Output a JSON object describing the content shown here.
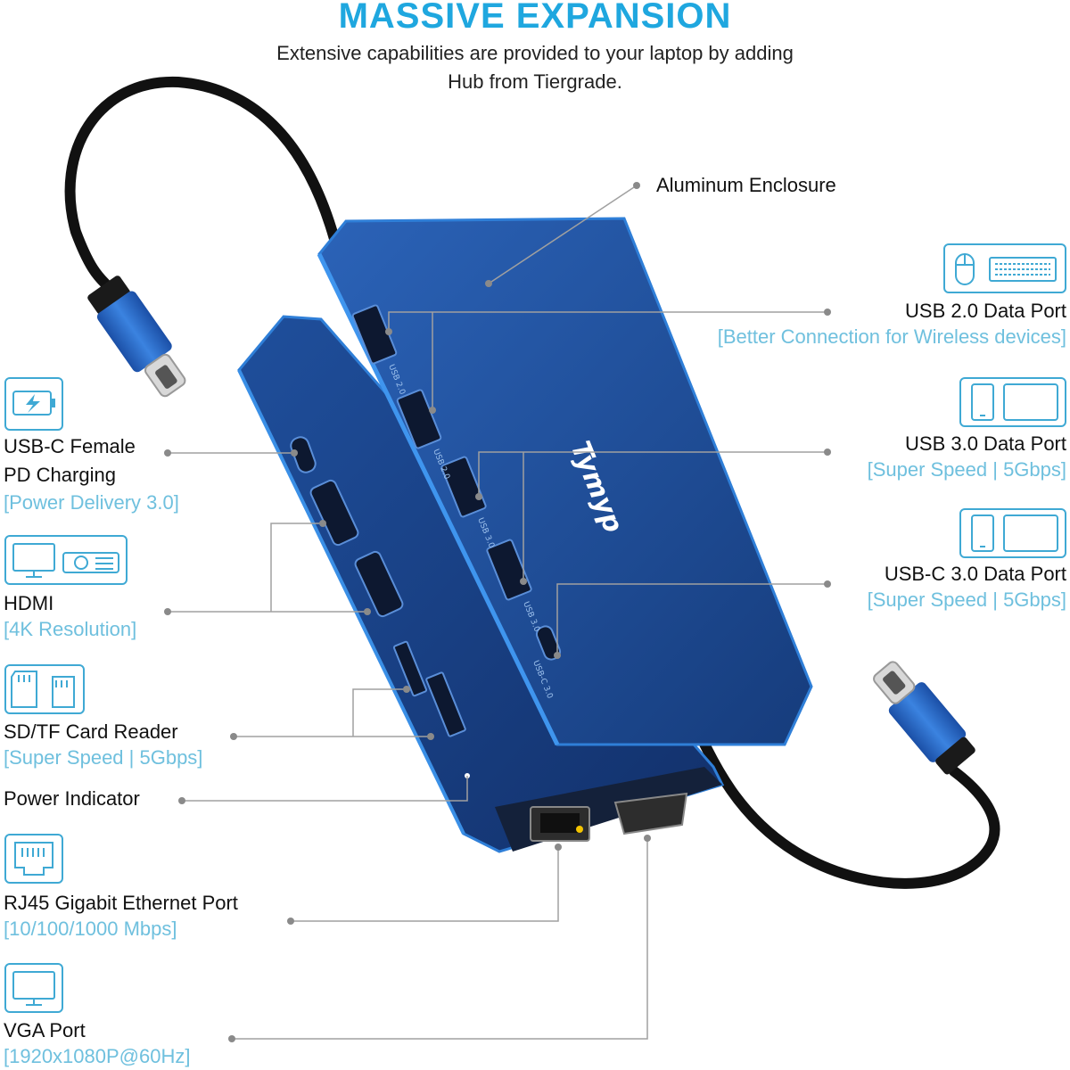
{
  "header": {
    "title": "MASSIVE EXPANSION",
    "subtitle_line1": "Extensive capabilities are provided to your laptop by adding",
    "subtitle_line2": "Hub from Tiergrade."
  },
  "product": {
    "brand": "Tymyp",
    "port_text_usb20": "USB 2.0",
    "port_text_usb30": "USB 3.0",
    "port_text_usbc": "USB-C 3.0"
  },
  "right_features": [
    {
      "label": "Aluminum Enclosure",
      "detail": ""
    },
    {
      "label": "USB 2.0 Data Port",
      "detail": "[Better Connection for Wireless devices]"
    },
    {
      "label": "USB 3.0 Data Port",
      "detail": "[Super Speed | 5Gbps]"
    },
    {
      "label": "USB-C 3.0 Data Port",
      "detail": "[Super Speed | 5Gbps]"
    }
  ],
  "left_features": [
    {
      "label_line1": "USB-C Female",
      "label_line2": "PD Charging",
      "detail": "[Power Delivery 3.0]"
    },
    {
      "label": "HDMI",
      "detail": "[4K Resolution]"
    },
    {
      "label": "SD/TF Card Reader",
      "detail": "[Super Speed | 5Gbps]"
    },
    {
      "label": "Power Indicator",
      "detail": ""
    },
    {
      "label": "RJ45 Gigabit Ethernet Port",
      "detail": "[10/100/1000 Mbps]"
    },
    {
      "label": "VGA Port",
      "detail": "[1920x1080P@60Hz]"
    }
  ],
  "icons": [
    "mouse-icon",
    "keyboard-icon",
    "phone-icon",
    "tablet-icon",
    "battery-charging-icon",
    "monitor-icon",
    "projector-icon",
    "sd-card-icon",
    "tf-card-icon",
    "ethernet-icon",
    "vga-monitor-icon"
  ],
  "colors": {
    "accent": "#1fa7df",
    "detail": "#6fc0de",
    "hub_body": "#1e4a92",
    "hub_edge": "#2f7fd8",
    "leader_line": "#9a9a9a"
  }
}
